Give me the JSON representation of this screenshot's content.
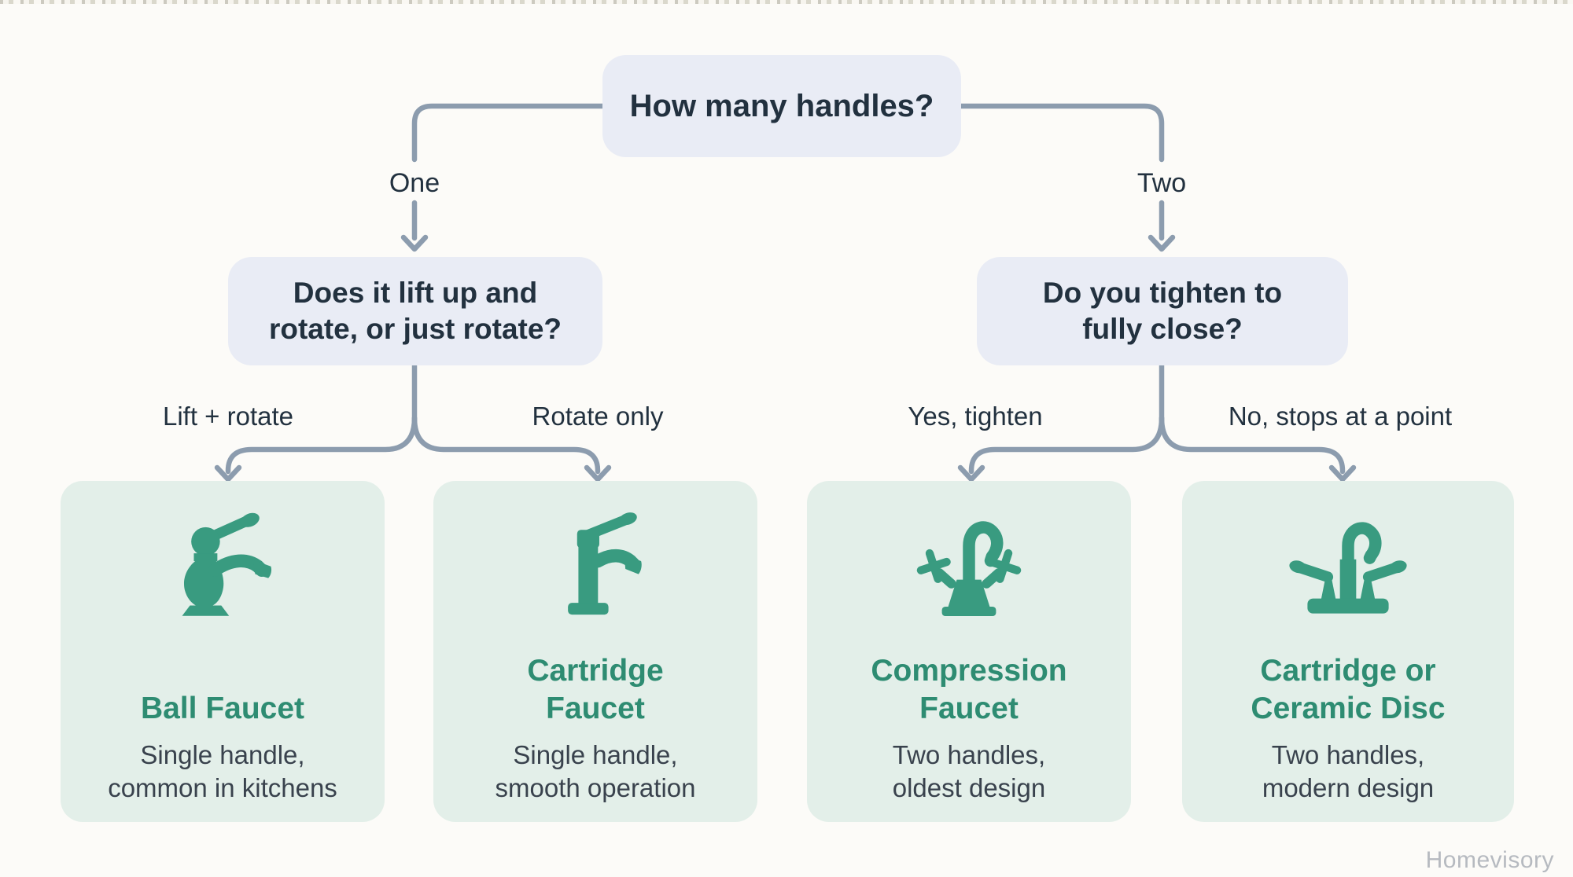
{
  "root_node": {
    "question": "How many handles?"
  },
  "level1": {
    "left": {
      "branch_label": "One",
      "question_lines": [
        "Does it lift up and",
        "rotate, or just rotate?"
      ]
    },
    "right": {
      "branch_label": "Two",
      "question_lines": [
        "Do you tighten to",
        "fully close?"
      ]
    }
  },
  "outcome_labels": {
    "lift_rotate": "Lift + rotate",
    "rotate_only": "Rotate only",
    "yes_tighten": "Yes, tighten",
    "no_stops": "No, stops at a point"
  },
  "cards": [
    {
      "icon": "ball-faucet-icon",
      "title": "Ball Faucet",
      "description_lines": [
        "Single handle,",
        "common in kitchens"
      ]
    },
    {
      "icon": "cartridge-faucet-icon",
      "title": "Cartridge Faucet",
      "description_lines": [
        "Single handle,",
        "smooth operation"
      ]
    },
    {
      "icon": "compression-faucet-icon",
      "title": "Compression Faucet",
      "description_lines": [
        "Two handles,",
        "oldest design"
      ]
    },
    {
      "icon": "centerset-two-handle-faucet-icon",
      "title": "Cartridge or Ceramic Disc",
      "description_lines": [
        "Two handles,",
        "modern design"
      ]
    }
  ],
  "watermark": "Homevisory",
  "colors": {
    "background": "#fcfbf8",
    "node_bg": "#e9ecf5",
    "card_bg": "#e3efe9",
    "connector": "#8c9cae",
    "dark_text": "#22313f",
    "teal": "#399b80",
    "title_teal": "#2e8c72",
    "desc_text": "#39424d",
    "watermark_gray": "#b6bac0"
  }
}
